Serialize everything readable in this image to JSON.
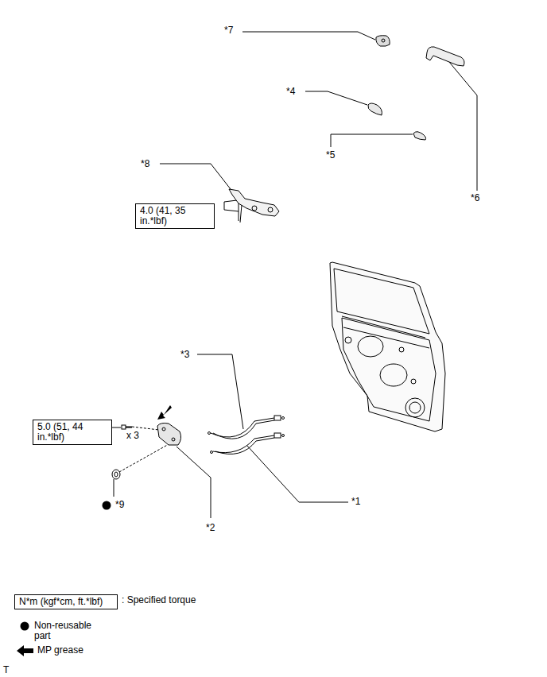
{
  "diagram": {
    "nodes": [
      {
        "text": [
          "4.0 (41, 35 in.*lbf)"
        ]
      },
      {
        "text": [
          "5.0 (51, 44 in.*lbf)"
        ]
      },
      {
        "text": [
          "N*m (kgf*cm, ft.*lbf)"
        ]
      }
    ],
    "edges": [],
    "labels": [
      "*7",
      "*4",
      "*5",
      "*6",
      "*8",
      "*3",
      "x 3",
      "*9",
      "*1",
      "*2",
      "T"
    ],
    "legend": [
      {
        "text": ": Specified torque"
      },
      {
        "text": "Non-reusable part"
      },
      {
        "text": "MP grease"
      }
    ]
  }
}
